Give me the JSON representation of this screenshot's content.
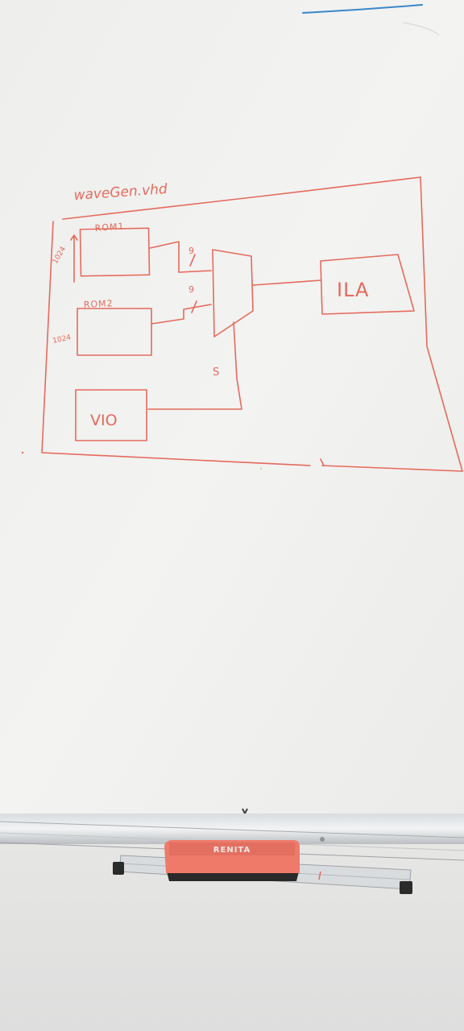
{
  "whiteboard": {
    "title": "waveGen.vhd",
    "rom1_label": "ROM1",
    "rom2_label": "ROM2",
    "rom1_depth": "1024",
    "rom2_depth": "1024",
    "bus_width_top": "9",
    "bus_width_bottom": "9",
    "select_label": "S",
    "ila_label": "ILA",
    "vio_label": "VIO"
  },
  "eraser": {
    "brand": "RENITA"
  },
  "colors": {
    "marker": "#e46a5e",
    "blue_marker": "#3a86c8",
    "board": "#f1f1ef",
    "eraser_body": "#ef7a6a",
    "tray": "#cfd3d6"
  }
}
